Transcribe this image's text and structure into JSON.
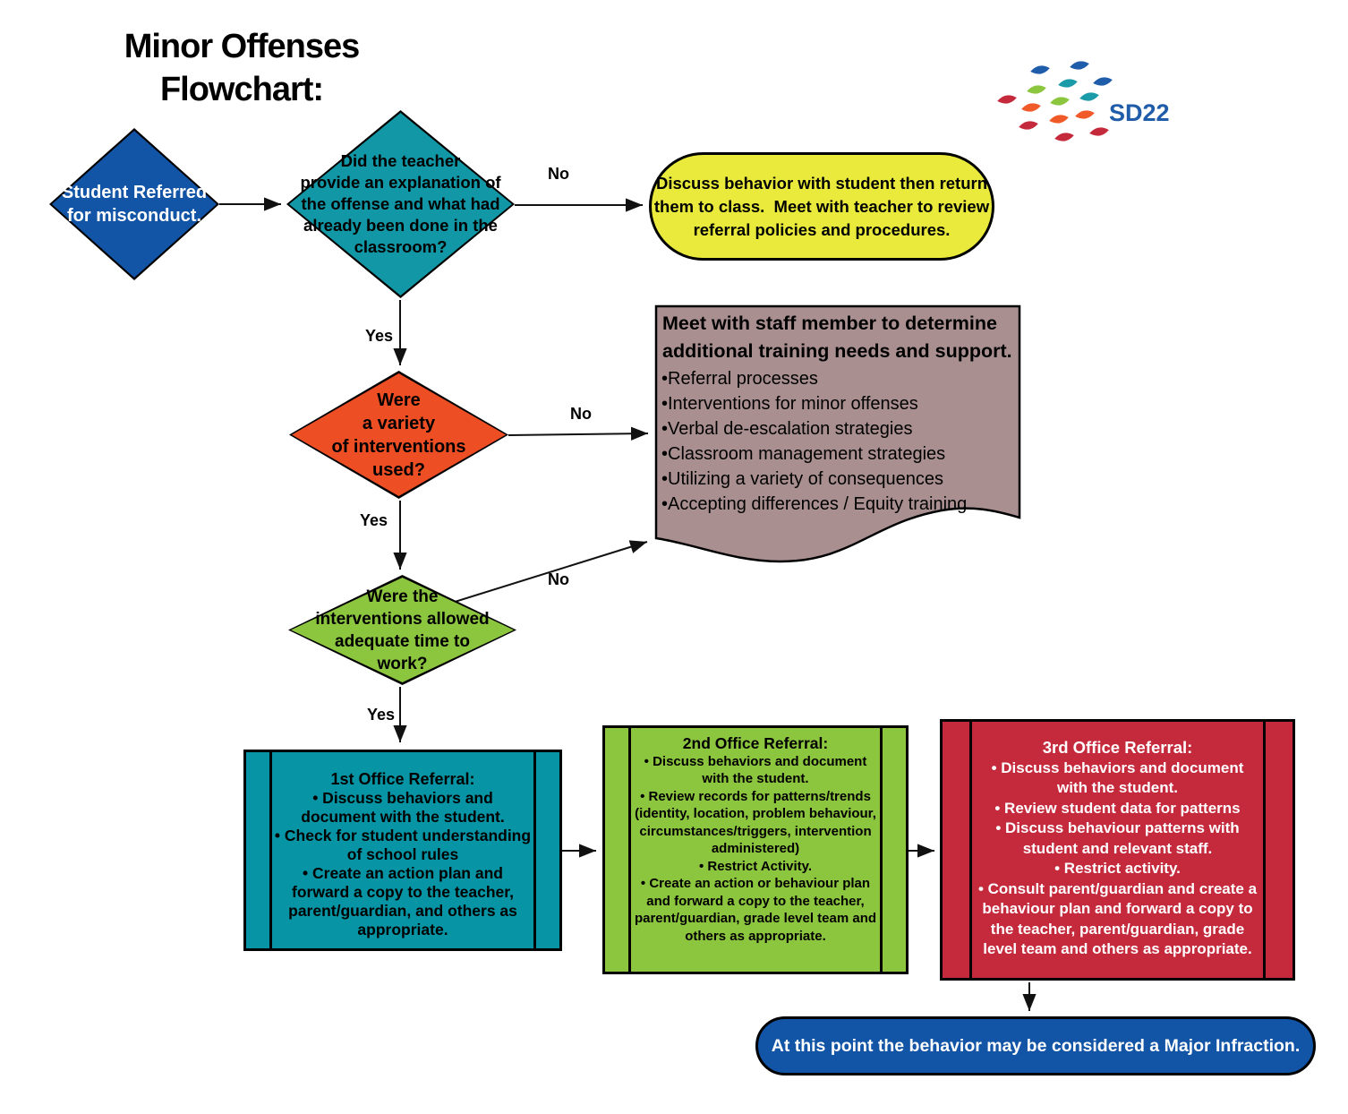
{
  "title": {
    "line1": "Minor Offenses",
    "line2": "Flowchart:"
  },
  "logo": {
    "text": "SD22",
    "palette": {
      "blue": "#1f5ca9",
      "teal": "#1b9aa8",
      "green": "#8cc63f",
      "orange": "#f05a28",
      "red": "#c5293c"
    }
  },
  "colors": {
    "start_fill": "#1254a5",
    "teacher_question_fill": "#1297a6",
    "return_to_class_fill": "#eaea3d",
    "variety_question_fill": "#ed4e24",
    "training_document_fill": "#a98f90",
    "time_question_fill": "#8cc63f",
    "referral1_fill": "#0795a5",
    "referral2_fill": "#8cc63f",
    "referral3_fill": "#c5293c",
    "major_infraction_fill": "#1254a5"
  },
  "edge_labels": {
    "teacher_no": "No",
    "teacher_yes": "Yes",
    "variety_no": "No",
    "variety_yes": "Yes",
    "time_no": "No",
    "time_yes": "Yes"
  },
  "nodes": {
    "start": {
      "lines": [
        "Student Referred",
        "for misconduct."
      ]
    },
    "teacher_question": {
      "lines": [
        "Did the teacher",
        "provide an explanation of",
        "the offense and what had",
        "already been done in the",
        "classroom?"
      ]
    },
    "return_to_class": {
      "lines": [
        "Discuss behavior with student then return",
        "them to class.  Meet with teacher to review",
        "referral policies and procedures."
      ]
    },
    "variety_question": {
      "lines": [
        "Were",
        "a variety",
        "of interventions",
        "used?"
      ]
    },
    "training": {
      "title_lines": [
        "Meet with staff member to determine",
        "additional training needs and support."
      ],
      "bullets": [
        "•Referral processes",
        "•Interventions for minor offenses",
        "•Verbal de-escalation strategies",
        "•Classroom management strategies",
        "•Utilizing a variety of consequences",
        "•Accepting differences / Equity training"
      ]
    },
    "time_question": {
      "lines": [
        "Were the",
        "interventions allowed",
        "adequate time to",
        "work?"
      ]
    },
    "referral1": {
      "title": "1st Office Referral:",
      "bullets": [
        "• Discuss behaviors and document with the student.",
        "• Check for student understanding of school rules",
        "• Create an action plan and forward a copy to the teacher, parent/guardian, and others as appropriate."
      ]
    },
    "referral2": {
      "title": "2nd Office Referral:",
      "bullets": [
        "• Discuss behaviors and document with the student.",
        "• Review records for patterns/trends (identity, location, problem behaviour, circumstances/triggers, intervention administered)",
        "• Restrict Activity.",
        "• Create an action or behaviour plan and forward a copy to the teacher, parent/guardian, grade level team and others as appropriate."
      ]
    },
    "referral3": {
      "title": "3rd Office Referral:",
      "bullets": [
        "• Discuss behaviors and document with the student.",
        "• Review student data for patterns",
        "• Discuss behaviour patterns with student and relevant staff.",
        "• Restrict activity.",
        "• Consult parent/guardian and create a behaviour plan and forward a copy to the teacher, parent/guardian, grade level team and others as appropriate."
      ]
    },
    "major_infraction": {
      "text": "At this point the behavior may be considered a Major Infraction."
    }
  }
}
